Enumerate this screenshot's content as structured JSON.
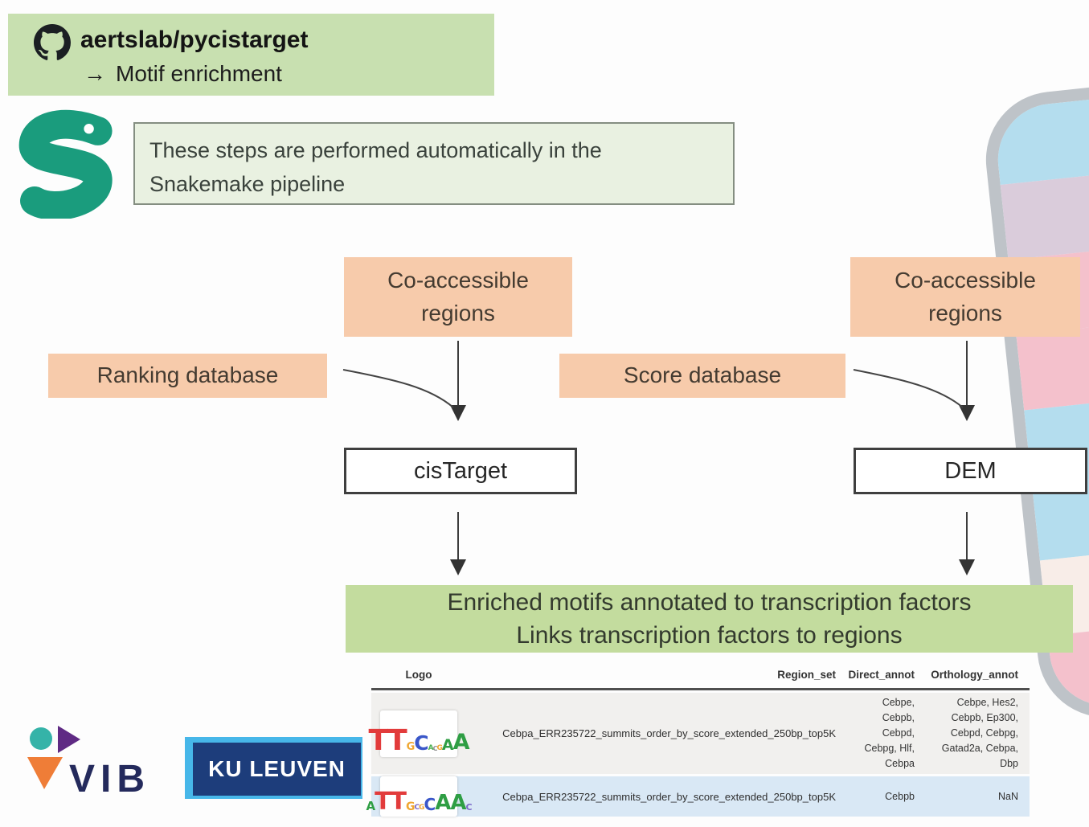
{
  "header": {
    "repo": "aertslab/pycistarget",
    "arrow_glyph": "→",
    "subtitle": "Motif enrichment"
  },
  "note": {
    "text": "These steps are performed automatically in the Snakemake pipeline"
  },
  "diagram": {
    "co_accessible_left": "Co-accessible\nregions",
    "co_accessible_right": "Co-accessible\nregions",
    "ranking_db": "Ranking database",
    "score_db": "Score database",
    "tool_left": "cisTarget",
    "tool_right": "DEM",
    "result_line1": "Enriched motifs annotated to transcription factors",
    "result_line2": "Links transcription factors to regions"
  },
  "table": {
    "headers": [
      "Logo",
      "Region_set",
      "Direct_annot",
      "Orthology_annot"
    ],
    "rows": [
      {
        "region_set": "Cebpa_ERR235722_summits_order_by_score_extended_250bp_top5K",
        "direct_annot": "Cebpe,\nCebpb,\nCebpd,\nCebpg, Hlf,\nCebpa",
        "orthology_annot": "Cebpe, Hes2,\nCebpb, Ep300,\nCebpd, Cebpg,\nGatad2a, Cebpa,\nDbp",
        "logo": [
          {
            "c": "T",
            "col": "#e23b3b",
            "s": 36
          },
          {
            "c": "T",
            "col": "#e23b3b",
            "s": 36
          },
          {
            "c": "G",
            "col": "#f0a732",
            "s": 13
          },
          {
            "c": "C",
            "col": "#3a57c9",
            "s": 25
          },
          {
            "c": "A",
            "col": "#4caf50",
            "s": 9
          },
          {
            "c": "C",
            "col": "#8e8e8e",
            "s": 8
          },
          {
            "c": "G",
            "col": "#f0a732",
            "s": 9
          },
          {
            "c": "A",
            "col": "#2f9e44",
            "s": 19
          },
          {
            "c": "A",
            "col": "#2f9e44",
            "s": 27
          }
        ]
      },
      {
        "region_set": "Cebpa_ERR235722_summits_order_by_score_extended_250bp_top5K",
        "direct_annot": "Cebpb",
        "orthology_annot": "NaN",
        "logo": [
          {
            "c": "A",
            "col": "#2f9e44",
            "s": 15
          },
          {
            "c": "T",
            "col": "#e23b3b",
            "s": 30
          },
          {
            "c": "T",
            "col": "#e23b3b",
            "s": 30
          },
          {
            "c": "G",
            "col": "#f0a732",
            "s": 14
          },
          {
            "c": "C",
            "col": "#7b68c9",
            "s": 9
          },
          {
            "c": "G",
            "col": "#f0a732",
            "s": 9
          },
          {
            "c": "C",
            "col": "#3a57c9",
            "s": 20
          },
          {
            "c": "A",
            "col": "#2f9e44",
            "s": 26
          },
          {
            "c": "A",
            "col": "#2f9e44",
            "s": 26
          },
          {
            "c": "C",
            "col": "#7b68c9",
            "s": 11
          }
        ]
      }
    ]
  },
  "branding": {
    "vib": "VIB",
    "kuleuven": "KU LEUVEN"
  },
  "colors": {
    "header_green": "#c8e0b0",
    "note_green": "#e9f1e1",
    "orange": "#f7cbab",
    "result_green": "#c3dc9e",
    "row_gray": "#f1f0ee",
    "row_blue": "#d9e8f5",
    "snakemake_teal": "#1a9c7d",
    "github_black": "#1b1f23",
    "vib_navy": "#242a5c",
    "kuleuven_navy": "#1d3d7b",
    "kuleuven_blue": "#47b7e9",
    "cube_blue": "#a8d8ec",
    "cube_pink": "#f3b7c4"
  },
  "cube": {
    "tiles": [
      "#a8d8ec",
      "#f3b7c4",
      "#f3b7c4",
      "#f8ebe5",
      "#d5c4d6",
      "#f3b7c4",
      "#a8d8ec",
      "#a8d8ec",
      "#f3b7c4",
      "#d5c4d6",
      "#f3b7c4",
      "#a8d8ec",
      "#f3b7c4",
      "#a8d8ec",
      "#f8ebe5",
      "#f3b7c4",
      "#a8d8ec",
      "#a8d8ec",
      "#f3b7c4",
      "#a8d8ec",
      "#a8d8ec",
      "#f8ebe5",
      "#a8d8ec",
      "#f3b7c4",
      "#f8ebe5",
      "#a8d8ec",
      "#a8d8ec",
      "#a8d8ec",
      "#f3b7c4",
      "#a8d8ec",
      "#f3b7c4",
      "#a8d8ec"
    ]
  }
}
